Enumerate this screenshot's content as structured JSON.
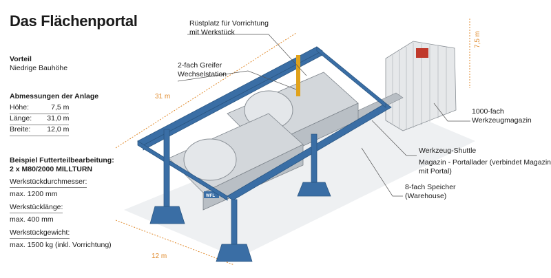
{
  "title": "Das Flächenportal",
  "advantage": {
    "heading": "Vorteil",
    "text": "Niedrige Bauhöhe"
  },
  "dimensions": {
    "heading": "Abmessungen der Anlage",
    "rows": [
      {
        "label": "Höhe:",
        "value": "7,5 m"
      },
      {
        "label": "Länge:",
        "value": "31,0 m"
      },
      {
        "label": "Breite:",
        "value": "12,0 m"
      }
    ]
  },
  "example": {
    "heading": "Beispiel Futterteilbearbeitung:",
    "machines": "2 x M80/2000 MILLTURN",
    "specs": [
      {
        "label": "Werkstückdurchmesser:",
        "value": "max. 1200 mm"
      },
      {
        "label": "Werkstücklänge:",
        "value": "max. 400 mm"
      },
      {
        "label": "Werkstückgewicht:",
        "value": "max. 1500 kg (inkl. Vorrichtung)"
      }
    ]
  },
  "callouts": {
    "setup": "Rüstplatz für Vorrichtung\nmit Werkstück",
    "gripper": "2-fach Greifer\nWechselstation",
    "magazine": "1000-fach\nWerkzeugmagazin",
    "shuttle_title": "Werkzeug-Shuttle",
    "shuttle_text": "Magazin - Portallader (verbindet Magazin\nmit Portal)",
    "storage": "8-fach Speicher\n(Warehouse)"
  },
  "dim_labels": {
    "length": "31 m",
    "width": "12 m",
    "height": "7,5 m"
  },
  "brand_label": "WFL",
  "colors": {
    "accent": "#e08a2c",
    "frame": "#3a6ea5",
    "machine": "#c9ced3"
  }
}
